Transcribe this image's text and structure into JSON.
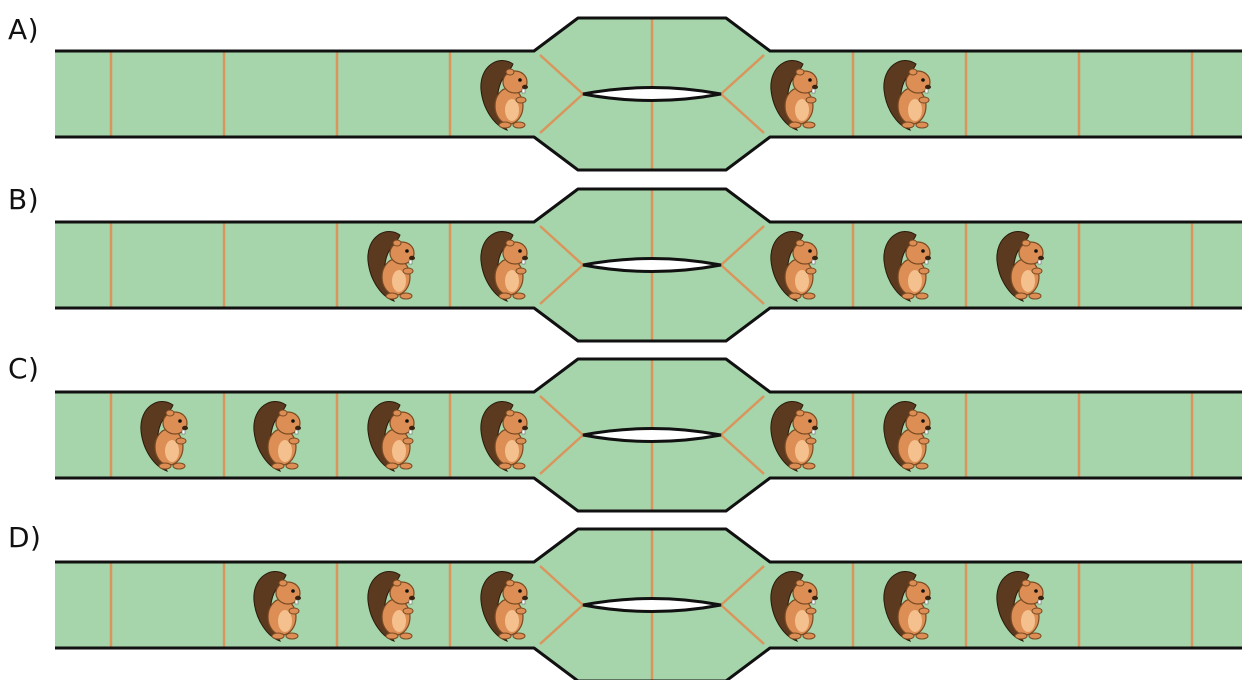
{
  "colors": {
    "track": "#a6d5ab",
    "divider": "#d9955b",
    "outline": "#111111",
    "hole": "#ffffff",
    "beaver_body": "#dc8e55",
    "beaver_belly": "#f4c08e",
    "beaver_tail": "#5b3a1f"
  },
  "options": [
    {
      "label": "A)",
      "left_beavers": [
        4
      ],
      "right_beavers": [
        1,
        2
      ]
    },
    {
      "label": "B)",
      "left_beavers": [
        3,
        4
      ],
      "right_beavers": [
        1,
        2,
        3
      ]
    },
    {
      "label": "C)",
      "left_beavers": [
        1,
        2,
        3,
        4
      ],
      "right_beavers": [
        1,
        2
      ]
    },
    {
      "label": "D)",
      "left_beavers": [
        2,
        3,
        4
      ],
      "right_beavers": [
        1,
        2,
        3
      ]
    }
  ],
  "icons": {
    "animal": "beaver-icon",
    "crossing": "bridge-hole-icon"
  }
}
